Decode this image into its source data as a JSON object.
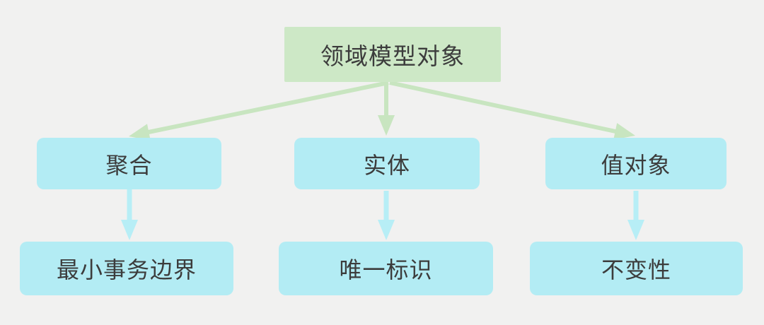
{
  "diagram": {
    "root": {
      "label": "领域模型对象"
    },
    "branches": [
      {
        "label": "聚合",
        "child_label": "最小事务边界"
      },
      {
        "label": "实体",
        "child_label": "唯一标识"
      },
      {
        "label": "值对象",
        "child_label": "不变性"
      }
    ],
    "colors": {
      "background": "#f1f1f0",
      "root_fill": "#cde8c6",
      "node_fill": "#b3ecf4",
      "arrow_green": "#c8e5c0",
      "arrow_cyan": "#b7eef6",
      "text": "#3c3c3c"
    }
  }
}
